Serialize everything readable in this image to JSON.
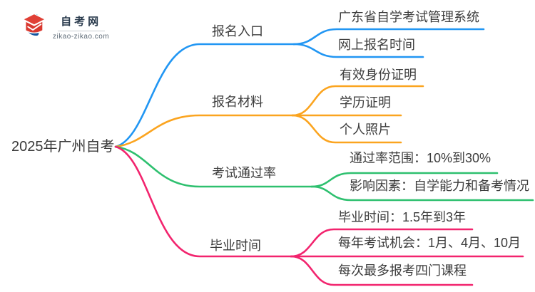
{
  "logo": {
    "site_name": "自考网",
    "site_url": "zikao-zikao.com"
  },
  "central_topic": "2025年广州自考",
  "colors": {
    "branch_blue": "#2196F3",
    "branch_orange": "#FBA41F",
    "branch_green": "#2EC06F",
    "branch_pink": "#F2246E",
    "text": "#3C3C3C",
    "logo_red": "#D9382F",
    "logo_blue_dark": "#15569F",
    "logo_blue_light": "#2BA9E0"
  },
  "branches": [
    {
      "label": "报名入口",
      "color": "#2196F3",
      "children": [
        "广东省自学考试管理系统",
        "网上报名时间"
      ]
    },
    {
      "label": "报名材料",
      "color": "#FBA41F",
      "children": [
        "有效身份证明",
        "学历证明",
        "个人照片"
      ]
    },
    {
      "label": "考试通过率",
      "color": "#2EC06F",
      "children": [
        "通过率范围：10%到30%",
        "影响因素：自学能力和备考情况"
      ]
    },
    {
      "label": "毕业时间",
      "color": "#F2246E",
      "children": [
        "毕业时间：1.5年到3年",
        "每年考试机会：1月、4月、10月",
        "每次最多报考四门课程"
      ]
    }
  ]
}
